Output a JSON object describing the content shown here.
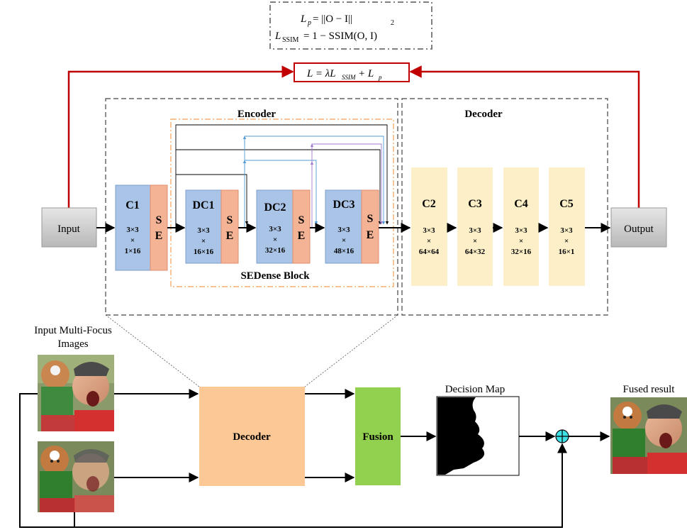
{
  "loss": {
    "lp_lhs": "L",
    "lp_sub": "p",
    "lp_rhs": " = ||O − I||",
    "lp_rhs_sub": "2",
    "lssim_lhs": "L",
    "lssim_sub": "SSIM",
    "lssim_rhs": " = 1 − SSIM(O, I)",
    "total": "L = λL",
    "total_sub": "SSIM",
    "total_rest": " + L",
    "total_rest_sub": "p"
  },
  "encoder_title": "Encoder",
  "decoder_title": "Decoder",
  "sedense_title": "SEDense Block",
  "input_label": "Input",
  "output_label": "Output",
  "se_label_top": "S",
  "se_label_bottom": "E",
  "blocks": [
    {
      "name": "C1",
      "l1": "3×3",
      "l2": "×",
      "l3": "1×16"
    },
    {
      "name": "DC1",
      "l1": "3×3",
      "l2": "×",
      "l3": "16×16"
    },
    {
      "name": "DC2",
      "l1": "3×3",
      "l2": "×",
      "l3": "32×16"
    },
    {
      "name": "DC3",
      "l1": "3×3",
      "l2": "×",
      "l3": "48×16"
    }
  ],
  "dec_blocks": [
    {
      "name": "C2",
      "l1": "3×3",
      "l2": "×",
      "l3": "64×64"
    },
    {
      "name": "C3",
      "l1": "3×3",
      "l2": "×",
      "l3": "64×32"
    },
    {
      "name": "C4",
      "l1": "3×3",
      "l2": "×",
      "l3": "32×16"
    },
    {
      "name": "C5",
      "l1": "3×3",
      "l2": "×",
      "l3": "16×1"
    }
  ],
  "input_images_line1": "Input Multi-Focus",
  "input_images_line2": "Images",
  "decoder_box_label": "Decoder",
  "fusion_label": "Fusion",
  "decision_map_label": "Decision Map",
  "fused_result_label": "Fused result",
  "colors": {
    "conv_blue": "#a9c4e6",
    "se_orange": "#f4b395",
    "decoder_yellow": "#fdf0c8",
    "gray_box": "#c8c8c8",
    "red_loss": "#c00000",
    "decoder_box": "#fcc896",
    "fusion_green": "#92d050",
    "sum_cyan": "#3fe0e6"
  }
}
